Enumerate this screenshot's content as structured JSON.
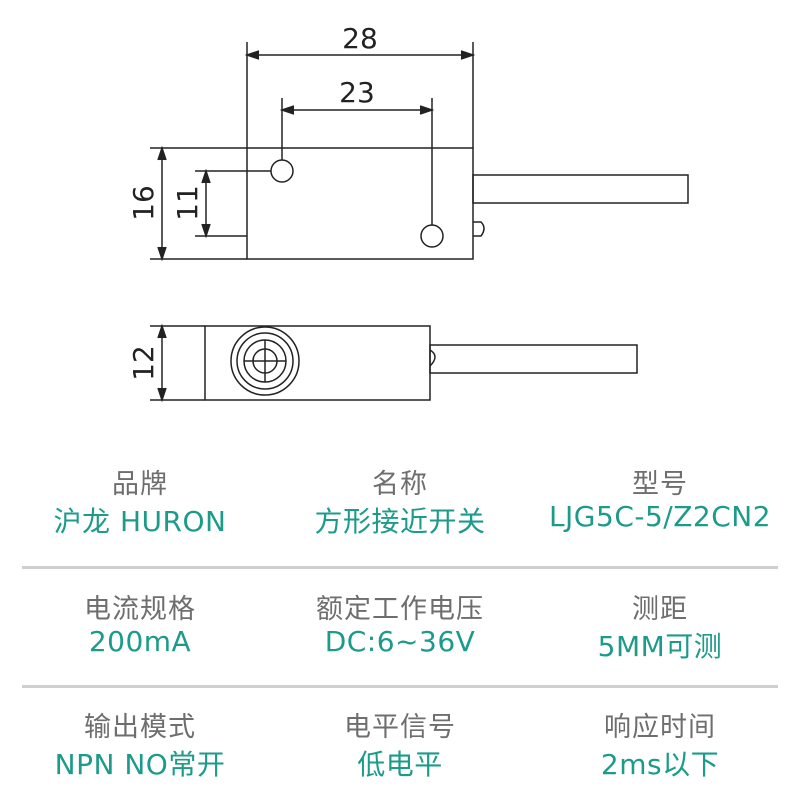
{
  "dimensions": {
    "top_width": "28",
    "hole_spacing": "23",
    "top_height": "16",
    "hole_offset": "11",
    "side_height": "12"
  },
  "specs": [
    [
      {
        "label": "品牌",
        "value": "沪龙 HURON"
      },
      {
        "label": "名称",
        "value": "方形接近开关"
      },
      {
        "label": "型号",
        "value": "LJG5C-5/Z2CN2"
      }
    ],
    [
      {
        "label": "电流规格",
        "value": "200mA"
      },
      {
        "label": "额定工作电压",
        "value": "DC:6~36V"
      },
      {
        "label": "测距",
        "value": "5MM可测"
      }
    ],
    [
      {
        "label": "输出模式",
        "value": "NPN NO常开"
      },
      {
        "label": "电平信号",
        "value": "低电平"
      },
      {
        "label": "响应时间",
        "value": "2ms以下"
      }
    ]
  ],
  "colors": {
    "label": "#6e6e6e",
    "value": "#1d9b8a",
    "line": "#222222"
  }
}
